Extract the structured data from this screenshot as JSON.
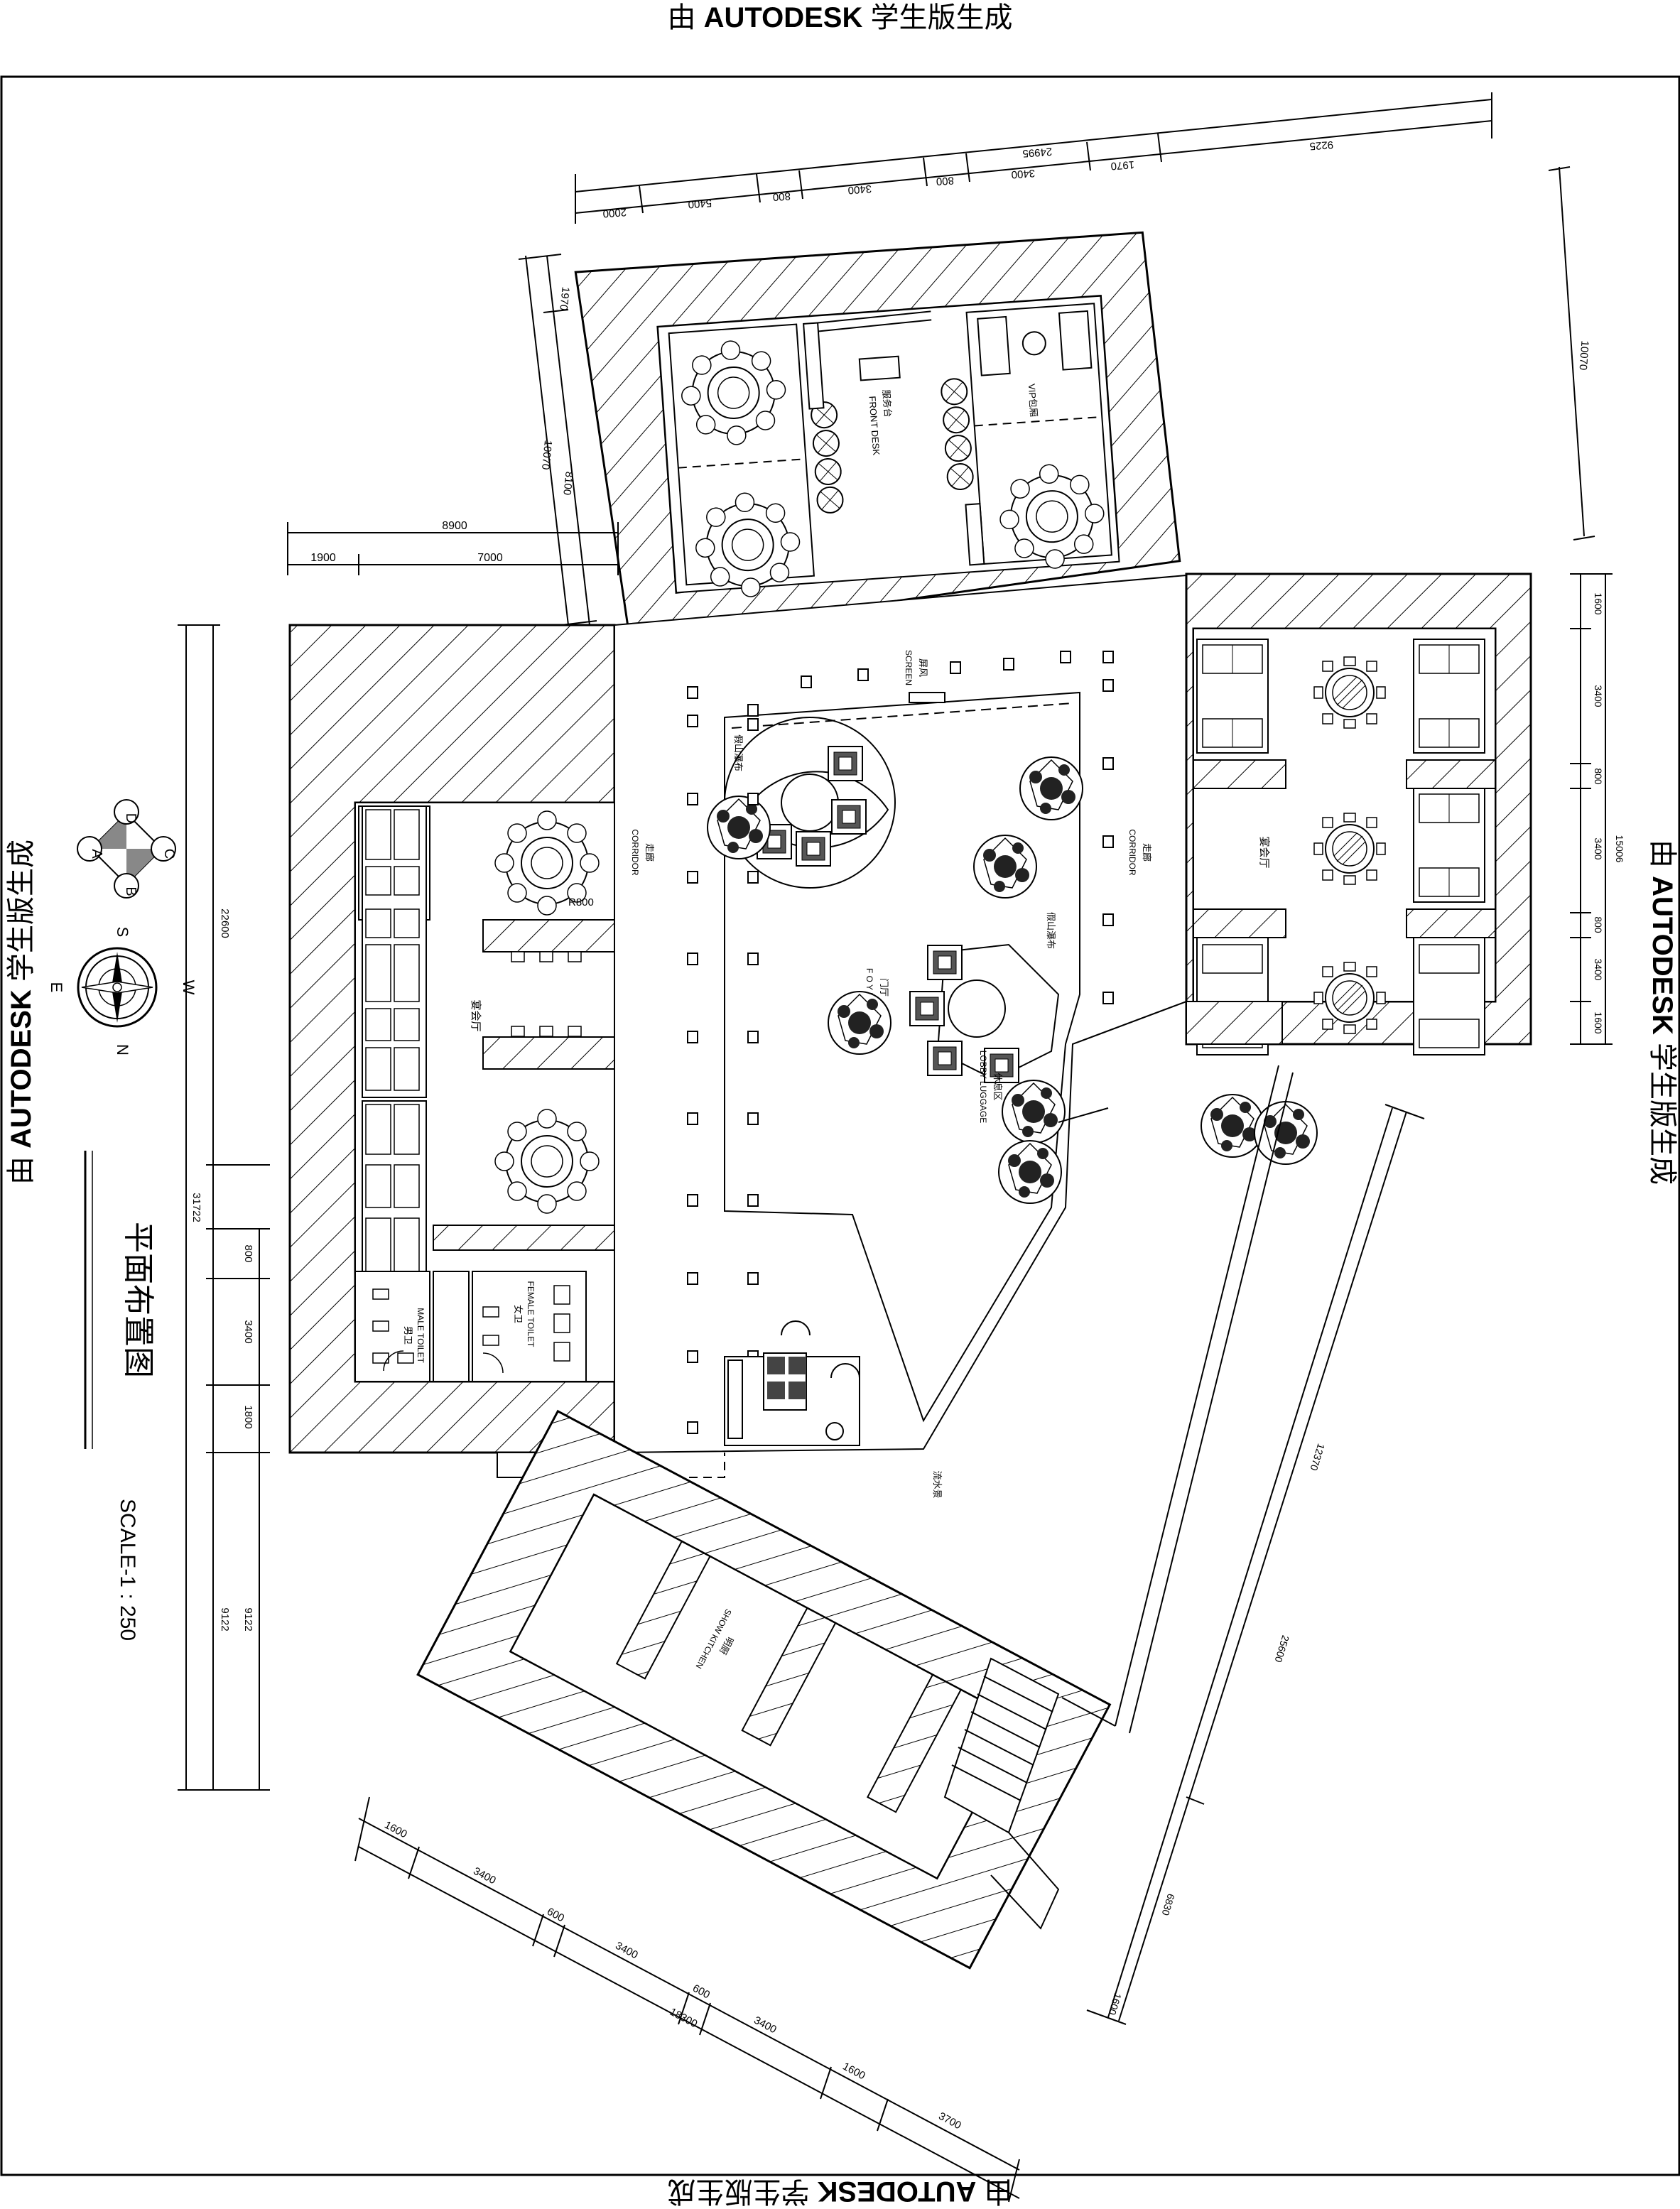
{
  "watermark": {
    "prefix": "由 ",
    "brand": "AUTODESK",
    "suffix": " 学生版生成"
  },
  "drawing": {
    "title": "平面布置图",
    "scale": "SCALE-1 : 250",
    "compass": {
      "north": "N",
      "south": "S",
      "east": "E",
      "west": "W"
    },
    "axis_bubbles": [
      "A",
      "B",
      "C",
      "D"
    ],
    "rooms": {
      "front_desk_cn": "服务台",
      "front_desk_en": "FRONT DESK",
      "vip_room": "VIP包厢",
      "screen_cn": "屏风",
      "screen_en": "SCREEN",
      "foyer_cn": "门厅",
      "foyer_en": "F O Y E R",
      "lobby_cn": "休息区",
      "lobby_en": "LOBBY LUGGAGE",
      "rockery_1": "假山瀑布",
      "rockery_2": "假山瀑布",
      "corridor_cn_left": "走廊",
      "corridor_en_left": "CORRIDOR",
      "corridor_cn_right": "走廊",
      "corridor_en_right": "CORRIDOR",
      "dining_left": "宴会厅",
      "dining_right": "宴会厅",
      "male_toilet_cn": "男卫",
      "male_toilet_en": "MALE TOILET",
      "female_toilet_cn": "女卫",
      "female_toilet_en": "FEMALE TOILET",
      "kitchen_cn": "明厨",
      "kitchen_en": "SHOW KITCHEN",
      "water_feature": "流水景",
      "radius_note": "R800"
    },
    "dimensions": {
      "top_overall": "24995",
      "top_segments": [
        "2000",
        "5400",
        "800",
        "3400",
        "800",
        "3400",
        "1970",
        "9225"
      ],
      "top_right_vertical": "10070",
      "upper_left_vertical": [
        "1970",
        "10070",
        "8100"
      ],
      "mid_horizontal": [
        "8900",
        "1900",
        "7000"
      ],
      "left_overall": [
        "22600",
        "31722"
      ],
      "left_segments": [
        "800",
        "3400",
        "1800",
        "9122",
        "9122"
      ],
      "right_overall": "15006",
      "right_segments": [
        "1600",
        "3400",
        "800",
        "3400",
        "800",
        "3400",
        "1600"
      ],
      "bottom_overall": "18300",
      "bottom_segments": [
        "1600",
        "3400",
        "600",
        "3400",
        "600",
        "3400",
        "1600",
        "3700"
      ],
      "diagonal": [
        "12370",
        "25600",
        "6830",
        "1600"
      ]
    }
  }
}
